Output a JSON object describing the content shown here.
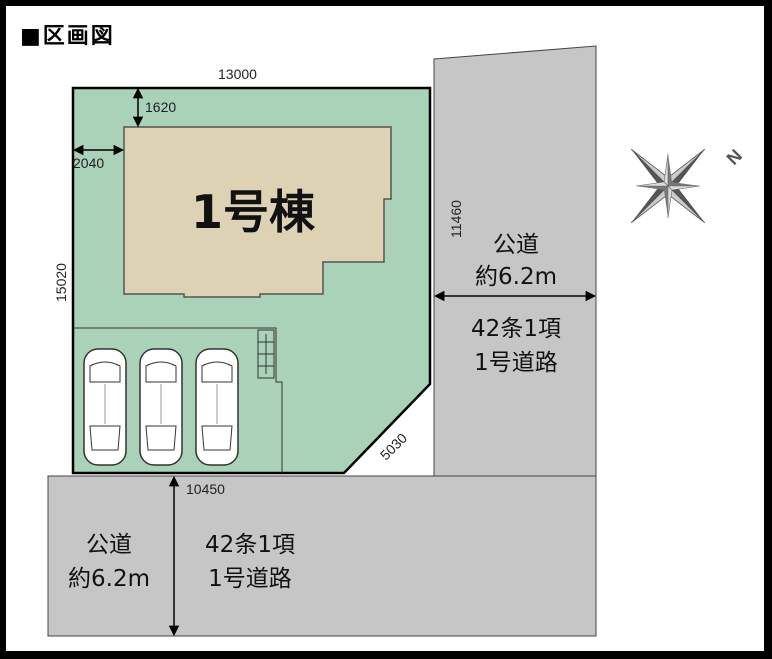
{
  "title": "■区画図",
  "building": {
    "label": "1号棟"
  },
  "dimensions": {
    "top": "13000",
    "setback_top": "1620",
    "setback_left": "2040",
    "left": "15020",
    "right": "11460",
    "diagonal": "5030",
    "bottom": "10450"
  },
  "road_east": {
    "line1": "公道",
    "line2": "約6.2m",
    "line3": "42条1項",
    "line4": "1号道路"
  },
  "road_south": {
    "line1": "公道",
    "line2": "約6.2m",
    "line3": "42条1項",
    "line4": "1号道路"
  },
  "compass": {
    "label": "N"
  },
  "colors": {
    "lot": "#a9d2b9",
    "building": "#ddd3b4",
    "road": "#c6c6c6",
    "frame": "#000000"
  }
}
